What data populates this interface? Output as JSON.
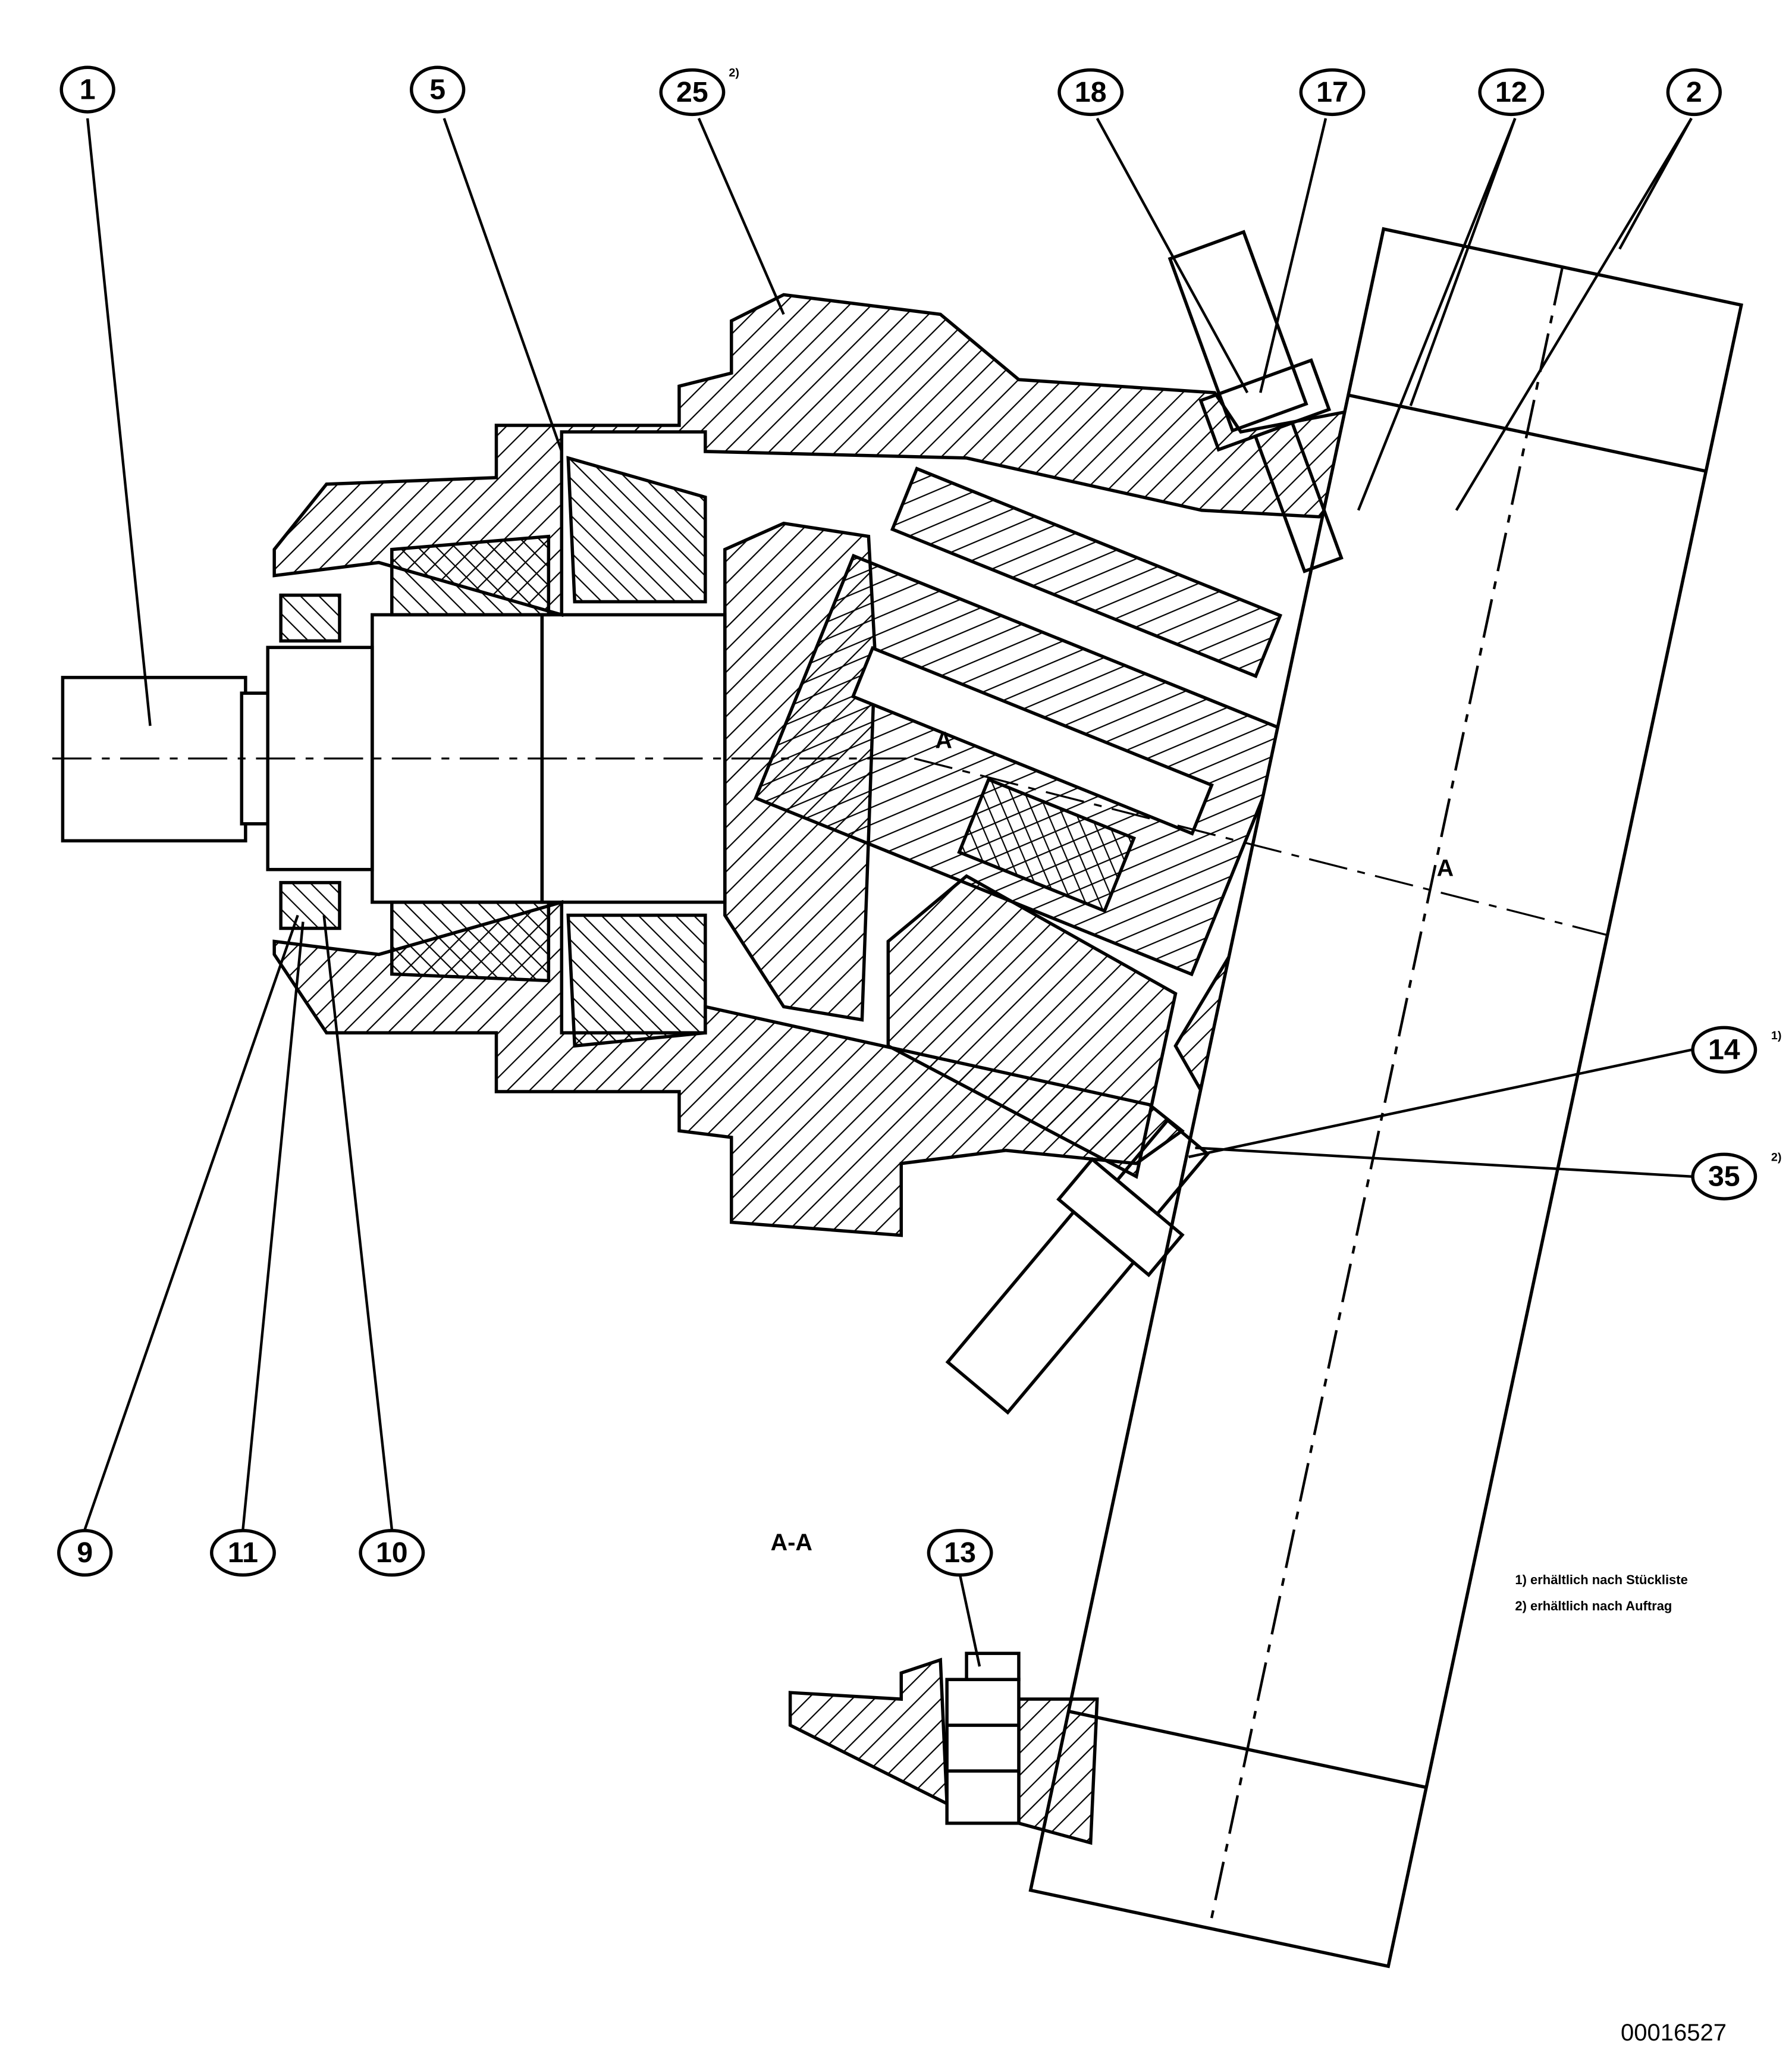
{
  "callouts": {
    "c1": "1",
    "c5": "5",
    "c25": "25",
    "c18": "18",
    "c17": "17",
    "c12": "12",
    "c2": "2",
    "c14": "14",
    "c35": "35",
    "c9": "9",
    "c11": "11",
    "c10": "10",
    "c13": "13"
  },
  "superscripts": {
    "c25": "2)",
    "c14": "1)",
    "c35": "2)"
  },
  "section_marks": {
    "a1": "A",
    "a2": "A",
    "section_title": "A-A"
  },
  "footnotes": [
    "1) erhältlich nach Stückliste",
    "2) erhältlich nach Auftrag"
  ],
  "document_id": "00016527"
}
